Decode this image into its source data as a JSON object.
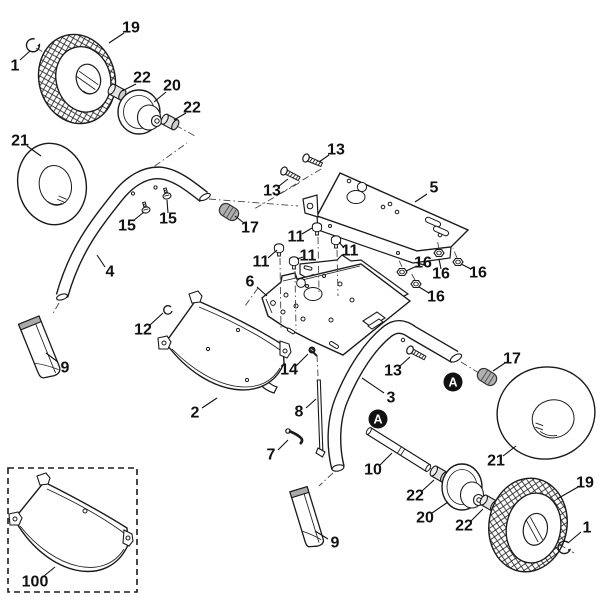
{
  "diagram": {
    "type": "exploded-parts-diagram",
    "background": "#ffffff",
    "line_color": "#1a1a1a",
    "shade_color": "#aaaaaa",
    "light_shade": "#e3e3e3",
    "callouts": [
      {
        "label": "19"
      },
      {
        "label": "1"
      },
      {
        "label": "22"
      },
      {
        "label": "20"
      },
      {
        "label": "22"
      },
      {
        "label": "21"
      },
      {
        "label": "13"
      },
      {
        "label": "13"
      },
      {
        "label": "5"
      },
      {
        "label": "15"
      },
      {
        "label": "15"
      },
      {
        "label": "17"
      },
      {
        "label": "4"
      },
      {
        "label": "11"
      },
      {
        "label": "11"
      },
      {
        "label": "11"
      },
      {
        "label": "11"
      },
      {
        "label": "6"
      },
      {
        "label": "16"
      },
      {
        "label": "16"
      },
      {
        "label": "16"
      },
      {
        "label": "16"
      },
      {
        "label": "12"
      },
      {
        "label": "9"
      },
      {
        "label": "2"
      },
      {
        "label": "14"
      },
      {
        "label": "8"
      },
      {
        "label": "7"
      },
      {
        "label": "3"
      },
      {
        "label": "13"
      },
      {
        "label": "17"
      },
      {
        "label": "21"
      },
      {
        "label": "10"
      },
      {
        "label": "22"
      },
      {
        "label": "20"
      },
      {
        "label": "22"
      },
      {
        "label": "19"
      },
      {
        "label": "1"
      },
      {
        "label": "9"
      },
      {
        "label": "100"
      }
    ],
    "markers": [
      {
        "label": "A"
      },
      {
        "label": "A"
      }
    ]
  }
}
